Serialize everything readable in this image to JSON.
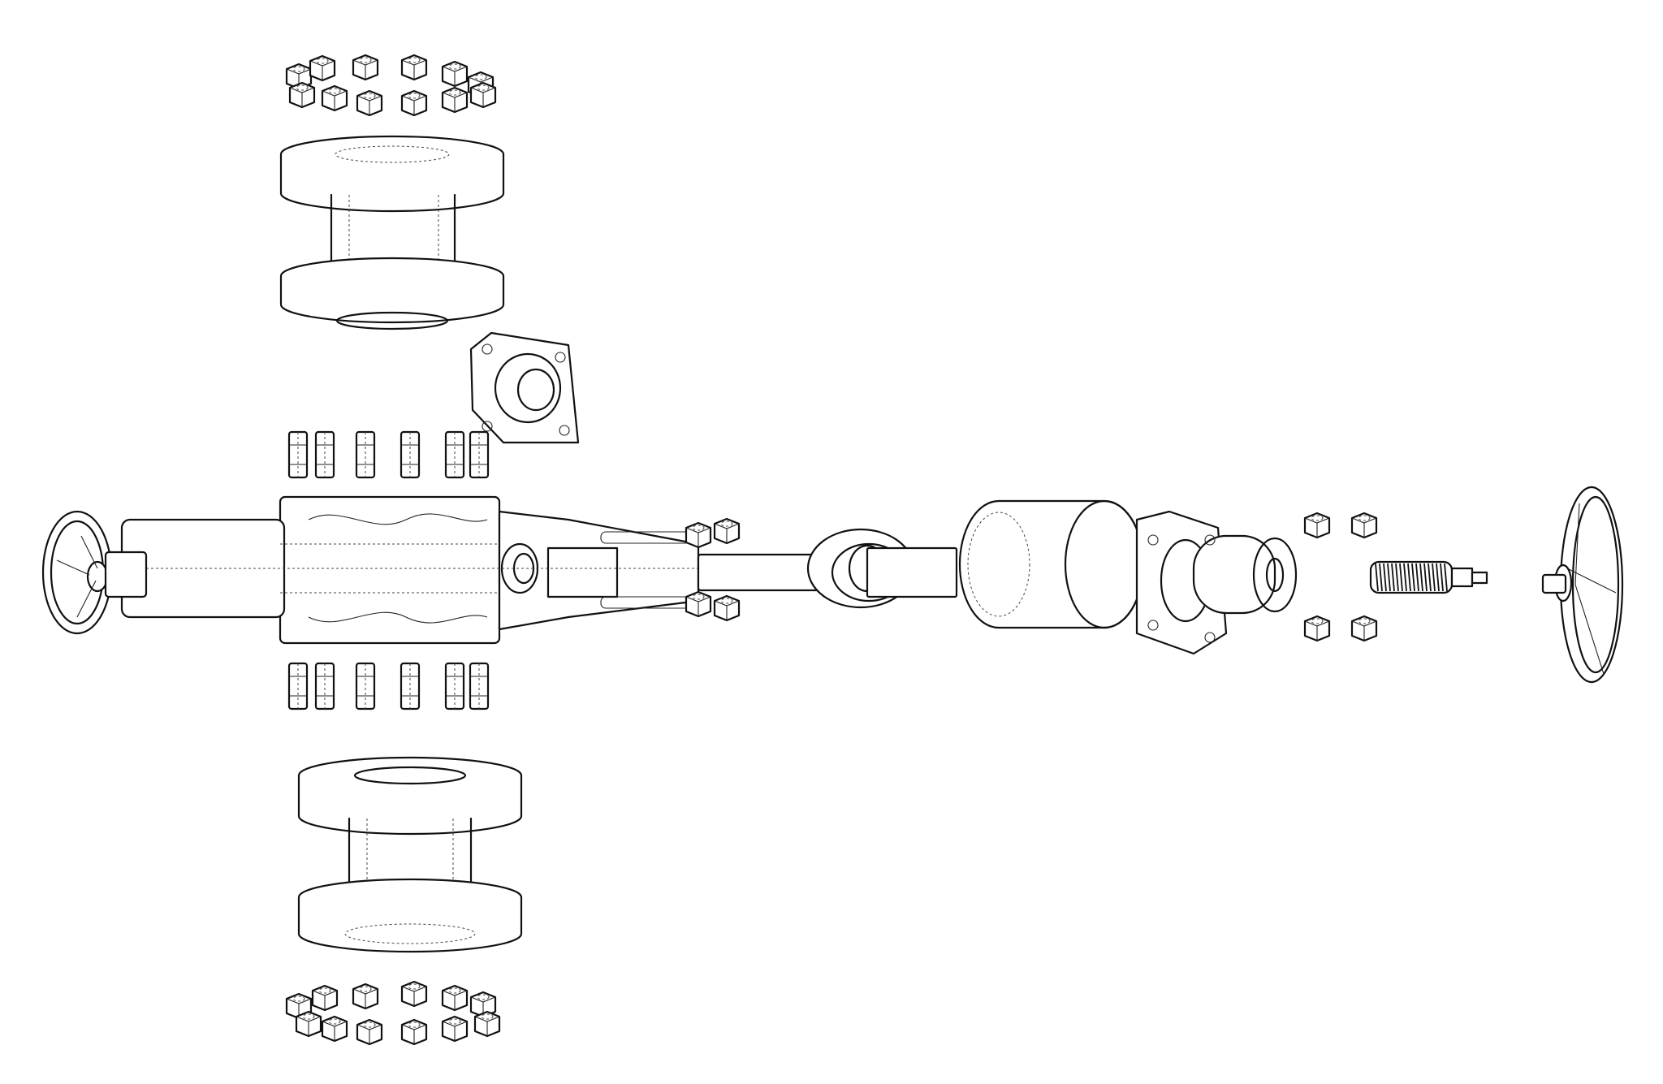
{
  "drawing": {
    "style": "wireframe-line-art",
    "colors": {
      "line": "#111111",
      "hidden_line": "#444444",
      "background": "#ffffff"
    },
    "parts": [
      {
        "id": "top-nut-set",
        "name": "hex-nut-set",
        "count": 12
      },
      {
        "id": "top-spool",
        "name": "flanged-spool"
      },
      {
        "id": "square-flange",
        "name": "square-companion-flange"
      },
      {
        "id": "valve-body",
        "name": "gate-valve-body"
      },
      {
        "id": "left-handwheel",
        "name": "handwheel"
      },
      {
        "id": "body-studs-top",
        "name": "stud-bolt-row",
        "count": 6
      },
      {
        "id": "body-studs-bottom",
        "name": "stud-bolt-row",
        "count": 6
      },
      {
        "id": "bottom-spool",
        "name": "flanged-spool"
      },
      {
        "id": "bottom-nut-set",
        "name": "hex-nut-set",
        "count": 12
      },
      {
        "id": "stem-shaft",
        "name": "stem-shaft"
      },
      {
        "id": "seal-ring",
        "name": "seal-ring"
      },
      {
        "id": "bonnet-cylinder",
        "name": "bonnet-cylinder"
      },
      {
        "id": "bonnet-flange",
        "name": "bonnet-flange-with-stem-nut"
      },
      {
        "id": "bonnet-nuts",
        "name": "hex-nut-set",
        "count": 4
      },
      {
        "id": "threaded-stem",
        "name": "threaded-stem"
      },
      {
        "id": "right-handwheel",
        "name": "handwheel"
      }
    ]
  }
}
